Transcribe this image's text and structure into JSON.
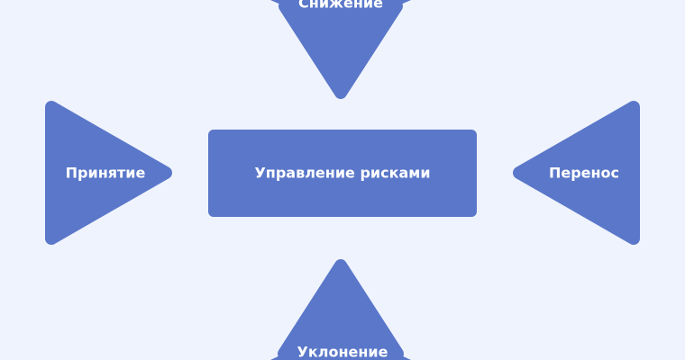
{
  "colors": {
    "background": "#eff3fd",
    "shape": "#5a77c9",
    "text": "#ffffff"
  },
  "center": {
    "label": "Управление рисками"
  },
  "top": {
    "label": "Снижение"
  },
  "left": {
    "label": "Принятие"
  },
  "right": {
    "label": "Перенос"
  },
  "bottom": {
    "label": "Уклонение"
  }
}
